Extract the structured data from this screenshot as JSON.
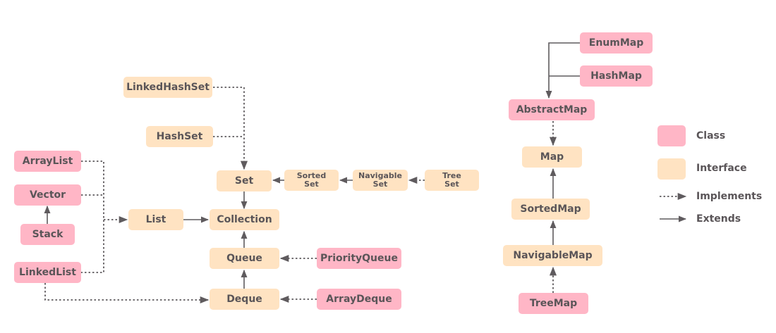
{
  "diagram": {
    "title": "",
    "colors": {
      "class": "#ffb6c6",
      "interface": "#ffe3c2",
      "edge": "#5f5b5e",
      "text": "#5a5558"
    },
    "nodes": [
      {
        "id": "linkedhashset",
        "label": "LinkedHashSet",
        "kind": "interface"
      },
      {
        "id": "hashset",
        "label": "HashSet",
        "kind": "interface"
      },
      {
        "id": "arraylist",
        "label": "ArrayList",
        "kind": "class"
      },
      {
        "id": "vector",
        "label": "Vector",
        "kind": "class"
      },
      {
        "id": "stack",
        "label": "Stack",
        "kind": "class"
      },
      {
        "id": "linkedlist",
        "label": "LinkedList",
        "kind": "class"
      },
      {
        "id": "list",
        "label": "List",
        "kind": "interface"
      },
      {
        "id": "set",
        "label": "Set",
        "kind": "interface"
      },
      {
        "id": "sortedset",
        "label": "Sorted\nSet",
        "kind": "interface"
      },
      {
        "id": "navigableset",
        "label": "Navigable\nSet",
        "kind": "interface"
      },
      {
        "id": "treeset",
        "label": "Tree\nSet",
        "kind": "interface"
      },
      {
        "id": "collection",
        "label": "Collection",
        "kind": "interface"
      },
      {
        "id": "queue",
        "label": "Queue",
        "kind": "interface"
      },
      {
        "id": "priorityqueue",
        "label": "PriorityQueue",
        "kind": "class"
      },
      {
        "id": "deque",
        "label": "Deque",
        "kind": "interface"
      },
      {
        "id": "arraydeque",
        "label": "ArrayDeque",
        "kind": "class"
      },
      {
        "id": "enummap",
        "label": "EnumMap",
        "kind": "class"
      },
      {
        "id": "hashmap",
        "label": "HashMap",
        "kind": "class"
      },
      {
        "id": "abstractmap",
        "label": "AbstractMap",
        "kind": "class"
      },
      {
        "id": "map",
        "label": "Map",
        "kind": "interface"
      },
      {
        "id": "sortedmap",
        "label": "SortedMap",
        "kind": "interface"
      },
      {
        "id": "navigablemap",
        "label": "NavigableMap",
        "kind": "interface"
      },
      {
        "id": "treemap",
        "label": "TreeMap",
        "kind": "class"
      }
    ],
    "edges": [
      {
        "from": "linkedhashset",
        "to": "set",
        "type": "implements"
      },
      {
        "from": "hashset",
        "to": "set",
        "type": "implements"
      },
      {
        "from": "arraylist",
        "to": "list",
        "type": "implements"
      },
      {
        "from": "vector",
        "to": "list",
        "type": "implements"
      },
      {
        "from": "linkedlist",
        "to": "list",
        "type": "implements"
      },
      {
        "from": "linkedlist",
        "to": "deque",
        "type": "implements"
      },
      {
        "from": "stack",
        "to": "vector",
        "type": "extends"
      },
      {
        "from": "list",
        "to": "collection",
        "type": "extends"
      },
      {
        "from": "set",
        "to": "collection",
        "type": "extends"
      },
      {
        "from": "sortedset",
        "to": "set",
        "type": "extends"
      },
      {
        "from": "navigableset",
        "to": "sortedset",
        "type": "extends"
      },
      {
        "from": "treeset",
        "to": "navigableset",
        "type": "implements"
      },
      {
        "from": "queue",
        "to": "collection",
        "type": "extends"
      },
      {
        "from": "priorityqueue",
        "to": "queue",
        "type": "implements"
      },
      {
        "from": "deque",
        "to": "queue",
        "type": "extends"
      },
      {
        "from": "arraydeque",
        "to": "deque",
        "type": "implements"
      },
      {
        "from": "enummap",
        "to": "abstractmap",
        "type": "extends"
      },
      {
        "from": "hashmap",
        "to": "abstractmap",
        "type": "extends"
      },
      {
        "from": "abstractmap",
        "to": "map",
        "type": "implements"
      },
      {
        "from": "sortedmap",
        "to": "map",
        "type": "extends"
      },
      {
        "from": "navigablemap",
        "to": "sortedmap",
        "type": "extends"
      },
      {
        "from": "treemap",
        "to": "navigablemap",
        "type": "implements"
      }
    ],
    "legend": {
      "class_label": "Class",
      "interface_label": "Interface",
      "implements_label": "Implements",
      "extends_label": "Extends"
    }
  }
}
